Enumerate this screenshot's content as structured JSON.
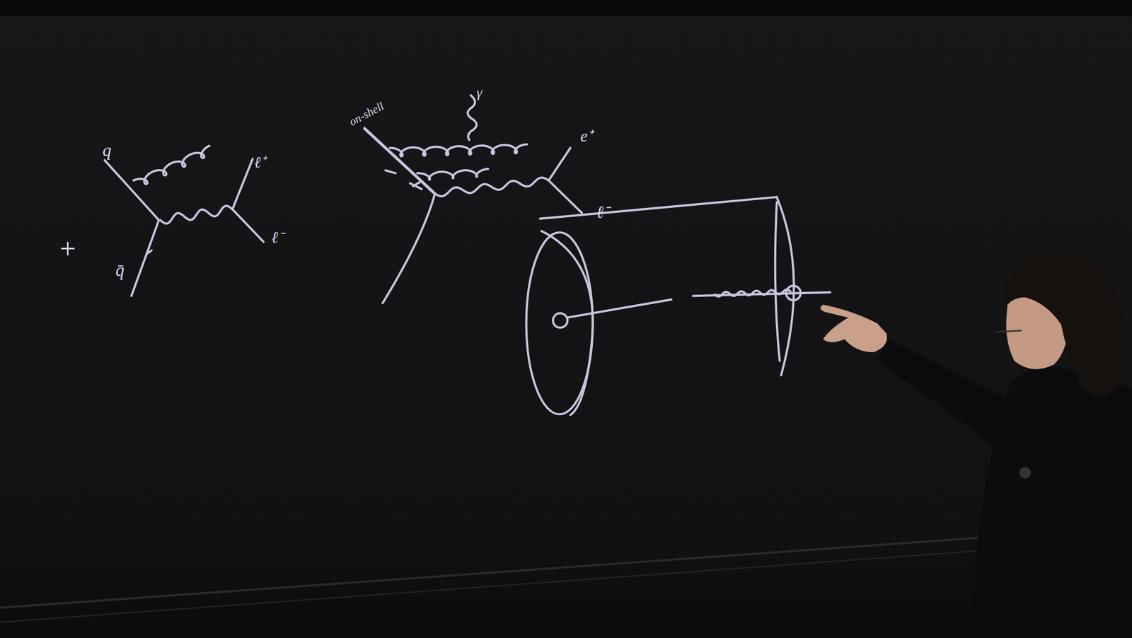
{
  "diagram": {
    "labels": [
      "q",
      "ℓ⁺",
      "ℓ⁻",
      "q̄",
      "+",
      "on-shell",
      "γ",
      "e⁺",
      "ℓ⁻"
    ]
  }
}
